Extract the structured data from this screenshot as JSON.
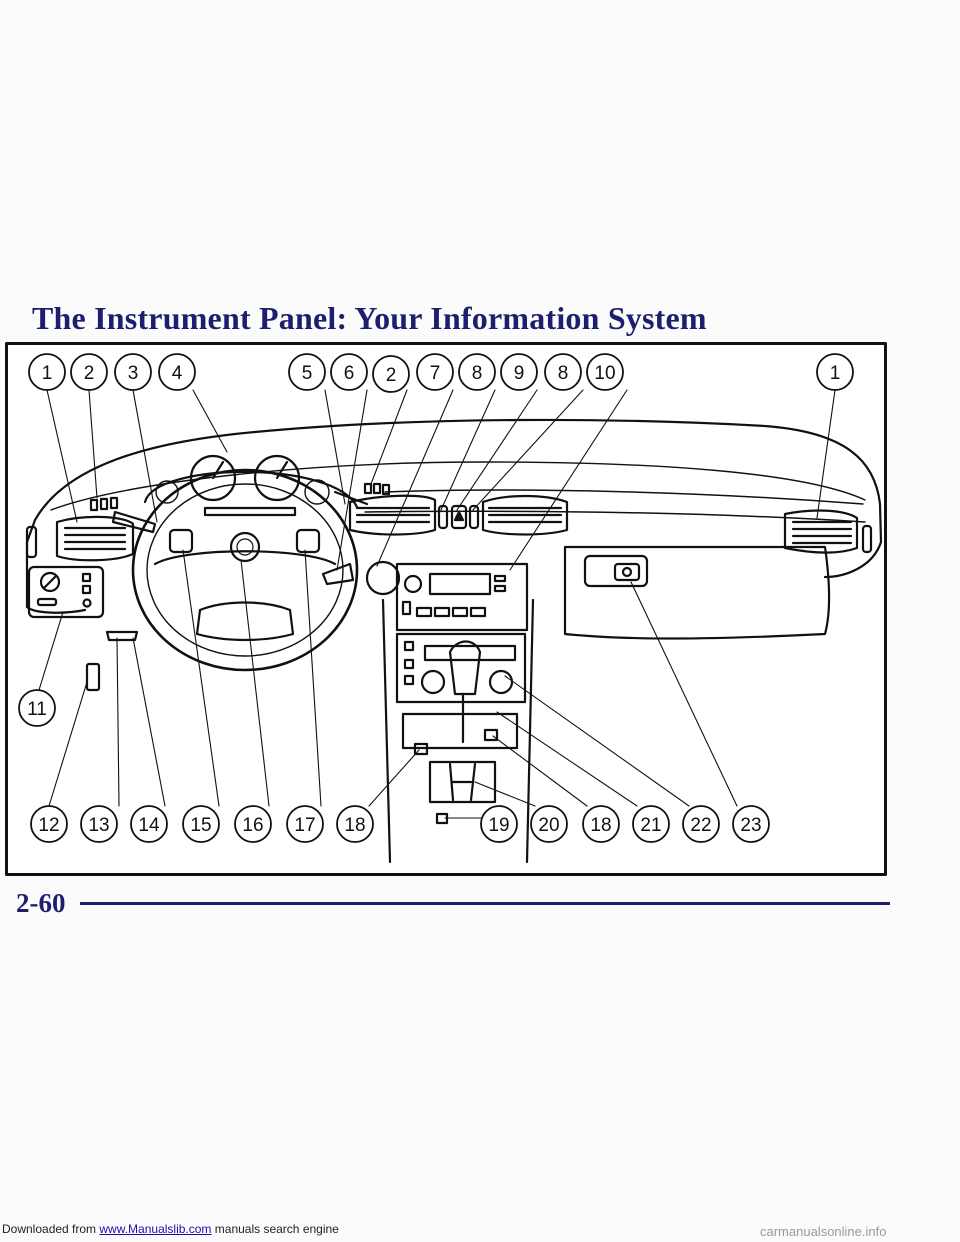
{
  "page": {
    "title": "The Instrument Panel: Your Information System",
    "page_number": "2-60"
  },
  "footer": {
    "prefix": "Downloaded from ",
    "link_text": "www.Manualslib.com",
    "suffix": " manuals search engine"
  },
  "watermark": "carmanualsonline.info",
  "callouts_top": [
    "1",
    "2",
    "3",
    "4",
    "5",
    "6",
    "2",
    "7",
    "8",
    "9",
    "8",
    "10",
    "1"
  ],
  "callouts_left": [
    "11"
  ],
  "callouts_bottom": [
    "12",
    "13",
    "14",
    "15",
    "16",
    "17",
    "18",
    "19",
    "20",
    "18",
    "21",
    "22",
    "23"
  ]
}
